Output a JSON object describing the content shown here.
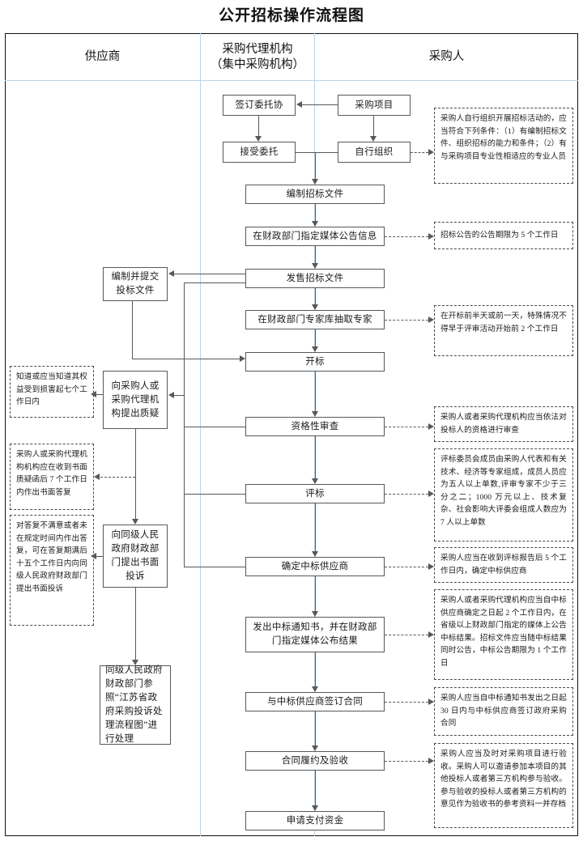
{
  "title": "公开招标操作流程图",
  "lanes": [
    {
      "name": "supplier",
      "label": "供应商"
    },
    {
      "name": "agency",
      "label": "采购代理机构",
      "sub": "（集中采购机构）"
    },
    {
      "name": "purchaser",
      "label": "采购人"
    }
  ],
  "nodes": {
    "purchase_project": "采购项目",
    "sign_entrust": "签订委托协",
    "accept_entrust": "接受委托",
    "self_organize": "自行组织",
    "prepare_docs": "编制招标文件",
    "announce_media": "在财政部门指定媒体公告信息",
    "sell_docs": "发售招标文件",
    "draw_experts": "在财政部门专家库抽取专家",
    "bid_opening": "开标",
    "qualification_review": "资格性审查",
    "bid_evaluation": "评标",
    "determine_winner": "确定中标供应商",
    "issue_notice": "发出中标通知书，并在财政部门指定媒体公布结果",
    "sign_contract": "与中标供应商签订合同",
    "contract_acceptance": "合同履约及验收",
    "apply_payment": "申请支付资金",
    "prepare_submit_bid": "编制并提交投标文件",
    "raise_question": "向采购人或采购代理机构提出质疑",
    "written_complaint": "向同级人民政府财政部门提出书面投诉",
    "complaint_handling": "同级人民政府财政部门参照“江苏省政府采购投诉处理流程图”进行处理"
  },
  "notes": {
    "self_organize_note": "采购人自行组织开展招标活动的，应当符合下列条件：（1）有编制招标文件、组织招标的能力和条件；（2）有与采购项目专业性相适应的专业人员",
    "announce_note": "招标公告的公告期限为 5 个工作日",
    "experts_note": "在开标前半天或前一天，特殊情况不得早于评审活动开始前 2 个工作日",
    "qualification_note": "采购人或者采购代理机构应当依法对投标人的资格进行审查",
    "evaluation_note": "评标委员会成员由采购人代表和有关技术、经济等专家组成，成员人员应为五人以上单数,评审专家不少于三分之二；1000 万元以上、技术复杂、社会影响大评委会组成人数应为 7 人以上单数",
    "winner_note": "采购人应当在收到评标报告后 5 个工作日内，确定中标供应商",
    "notice_note": "采购人或者采购代理机构应当自中标供应商确定之日起 2 个工作日内，在省级以上财政部门指定的媒体上公告中标结果。招标文件应当随中标结果同时公告，中标公告期限为 1 个工作日",
    "contract_note": "采购人应当自中标通知书发出之日起 30 日内与中标供应商签订政府采购合同",
    "acceptance_note": "采购人应当及时对采购项目进行验收。采购人可以邀请参加本项目的其他投标人或者第三方机构参与验收。参与验收的投标人或者第三方机构的意见作为验收书的参考资料一并存档",
    "question_time_note": "知道或应当知道其权益受到损害起七个工作日内",
    "reply_time_note": "采购人或采购代理机构机构应在收到书面质疑函后 7 个工作日内作出书面答复",
    "complaint_time_note": "对答复不满意或者未在规定时间内作出答复，可在答复期满后十五个工作日内向同级人民政府财政部门提出书面投诉"
  },
  "colors": {
    "frame": "#111111",
    "lane_divider": "#b9d5ea",
    "box_border": "#585858",
    "note_border": "#4a4a4a",
    "connector": "#585858"
  }
}
